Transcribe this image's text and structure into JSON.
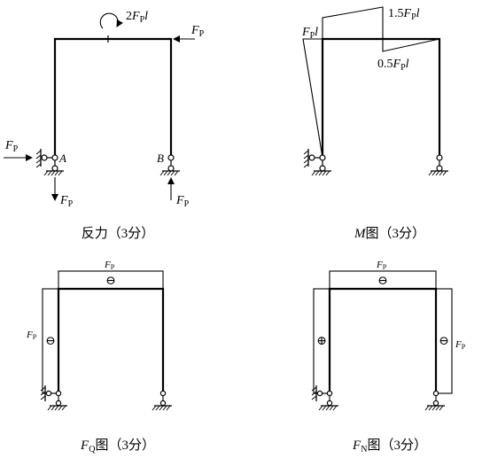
{
  "panels": {
    "reaction": {
      "caption_main": "反力（3分）",
      "moment_label": "2FPl",
      "force_top_right": "FP",
      "force_left": "FP",
      "force_down_A": "FP",
      "force_up_B": "FP",
      "support_A": "A",
      "support_B": "B"
    },
    "moment": {
      "caption_var": "M",
      "caption_rest": "图（3分）",
      "label_left": "FPl",
      "label_peak": "1.5FPl",
      "label_mid": "0.5FPl"
    },
    "shear": {
      "caption_var": "F",
      "caption_sub": "Q",
      "caption_rest": "图（3分）",
      "label_top": "FP",
      "label_left": "FP",
      "sign_top": "⊖",
      "sign_left": "⊖"
    },
    "axial": {
      "caption_var": "F",
      "caption_sub": "N",
      "caption_rest": "图（3分）",
      "label_top": "FP",
      "label_right": "FP",
      "sign_top": "⊖",
      "sign_left": "⊕",
      "sign_right": "⊖"
    }
  }
}
